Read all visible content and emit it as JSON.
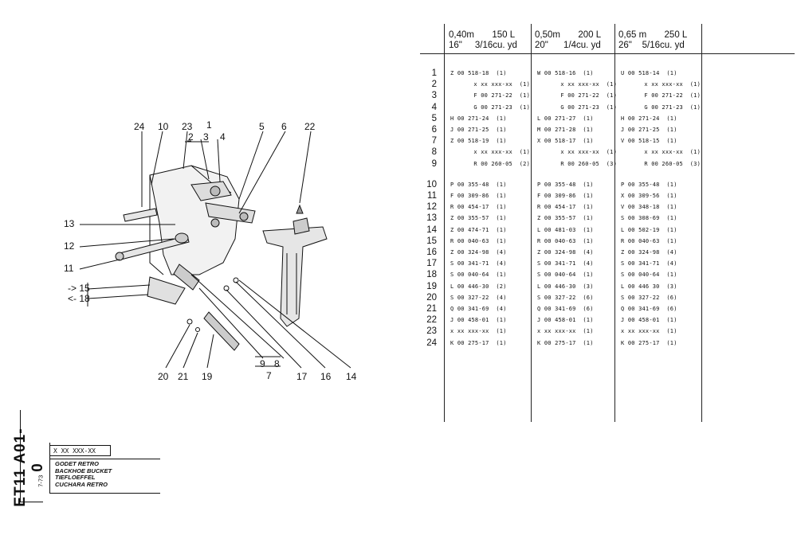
{
  "columns": [
    {
      "line1": "0,40m       150 L",
      "line2": "16\"     3/16cu. yd"
    },
    {
      "line1": "0,50m       200 L",
      "line2": "20\"      1/4cu. yd"
    },
    {
      "line1": "0,65 m       250 L",
      "line2": "26\"    5/16cu. yd"
    }
  ],
  "rows": [
    {
      "n": "1",
      "a": "Z 00 518-18  (1)",
      "b": "W 00 518-16  (1)",
      "c": "U 00 518-14  (1)",
      "ind": false
    },
    {
      "n": "2",
      "a": "x xx xxx-xx  (1)",
      "b": "x xx xxx-xx  (1)",
      "c": "x xx xxx-xx  (1)",
      "ind": true
    },
    {
      "n": "3",
      "a": "F 00 271-22  (1)",
      "b": "F 00 271-22  (1)",
      "c": "F 00 271-22  (1)",
      "ind": true
    },
    {
      "n": "4",
      "a": "G 00 271-23  (1)",
      "b": "G 00 271-23  (1)",
      "c": "G 00 271-23  (1)",
      "ind": true
    },
    {
      "n": "5",
      "a": "H 00 271-24  (1)",
      "b": "L 00 271-27  (1)",
      "c": "H 00 271-24  (1)",
      "ind": false
    },
    {
      "n": "6",
      "a": "J 00 271-25  (1)",
      "b": "M 00 271-28  (1)",
      "c": "J 00 271-25  (1)",
      "ind": false
    },
    {
      "n": "7",
      "a": "Z 00 518-19  (1)",
      "b": "X 00 518-17  (1)",
      "c": "V 00 518-15  (1)",
      "ind": false
    },
    {
      "n": "8",
      "a": "x xx xxx-xx  (1)",
      "b": "x xx xxx-xx  (1)",
      "c": "x xx xxx-xx  (1)",
      "ind": true
    },
    {
      "n": "9",
      "a": "R 00 260-05  (2)",
      "b": "R 00 260-05  (3)",
      "c": "R 00 260-05  (3)",
      "ind": true
    },
    {
      "n": "10",
      "a": "P 00 355-48  (1)",
      "b": "P 00 355-48  (1)",
      "c": "P 00 355-48  (1)",
      "ind": false
    },
    {
      "n": "11",
      "a": "F 00 309-86  (1)",
      "b": "F 00 309-86  (1)",
      "c": "X 00 309-56  (1)",
      "ind": false
    },
    {
      "n": "12",
      "a": "R 00 454-17  (1)",
      "b": "R 00 454-17  (1)",
      "c": "V 00 348-18  (1)",
      "ind": false
    },
    {
      "n": "13",
      "a": "Z 00 355-57  (1)",
      "b": "Z 00 355-57  (1)",
      "c": "S 00 308-69  (1)",
      "ind": false
    },
    {
      "n": "14",
      "a": "Z 00 474-71  (1)",
      "b": "L 00 481-03  (1)",
      "c": "L 00 502-19  (1)",
      "ind": false
    },
    {
      "n": "15",
      "a": "R 00 040-63  (1)",
      "b": "R 00 040-63  (1)",
      "c": "R 00 040-63  (1)",
      "ind": false
    },
    {
      "n": "16",
      "a": "Z 00 324-98  (4)",
      "b": "Z 00 324-98  (4)",
      "c": "Z 00 324-98  (4)",
      "ind": false
    },
    {
      "n": "17",
      "a": "S 00 341-71  (4)",
      "b": "S 00 341-71  (4)",
      "c": "S 00 341-71  (4)",
      "ind": false
    },
    {
      "n": "18",
      "a": "S 00 040-64  (1)",
      "b": "S 00 040-64  (1)",
      "c": "S 00 040-64  (1)",
      "ind": false
    },
    {
      "n": "19",
      "a": "L 00 446-30  (2)",
      "b": "L 00 446-30  (3)",
      "c": "L 00 446 30  (3)",
      "ind": false
    },
    {
      "n": "20",
      "a": "S 00 327-22  (4)",
      "b": "S 00 327-22  (6)",
      "c": "S 00 327-22  (6)",
      "ind": false
    },
    {
      "n": "21",
      "a": "Q 00 341-69  (4)",
      "b": "Q 00 341-69  (6)",
      "c": "Q 00 341-69  (6)",
      "ind": false
    },
    {
      "n": "22",
      "a": "J 00 458-01  (1)",
      "b": "J 00 458-01  (1)",
      "c": "J 00 458-01  (1)",
      "ind": false
    },
    {
      "n": "23",
      "a": "x xx xxx-xx  (1)",
      "b": "x xx xxx-xx  (1)",
      "c": "x xx xxx-xx  (1)",
      "ind": false
    },
    {
      "n": "24",
      "a": "K 00 275-17  (1)",
      "b": "K 00 275-17  (1)",
      "c": "K 00 275-17  (1)",
      "ind": false
    }
  ],
  "callouts": {
    "c24": "24",
    "c10": "10",
    "c23": "23",
    "c1": "1",
    "c2": "2",
    "c3": "3",
    "c4": "4",
    "c5": "5",
    "c6": "6",
    "c22": "22",
    "c13": "13",
    "c12": "12",
    "c11": "11",
    "c15": "15",
    "c18": "18",
    "c20": "20",
    "c21": "21",
    "c19": "19",
    "c9": "9",
    "c8": "8",
    "c7": "7",
    "c17": "17",
    "c16": "16",
    "c14": "14"
  },
  "side_code": "ET11 A01-0",
  "side_date": "7-73",
  "doc_code": "X XX XXX-XX",
  "titles": [
    "GODET RETRO",
    "BACKHOE BUCKET",
    "TIEFLOEFFEL",
    "CUCHARA RETRO"
  ]
}
